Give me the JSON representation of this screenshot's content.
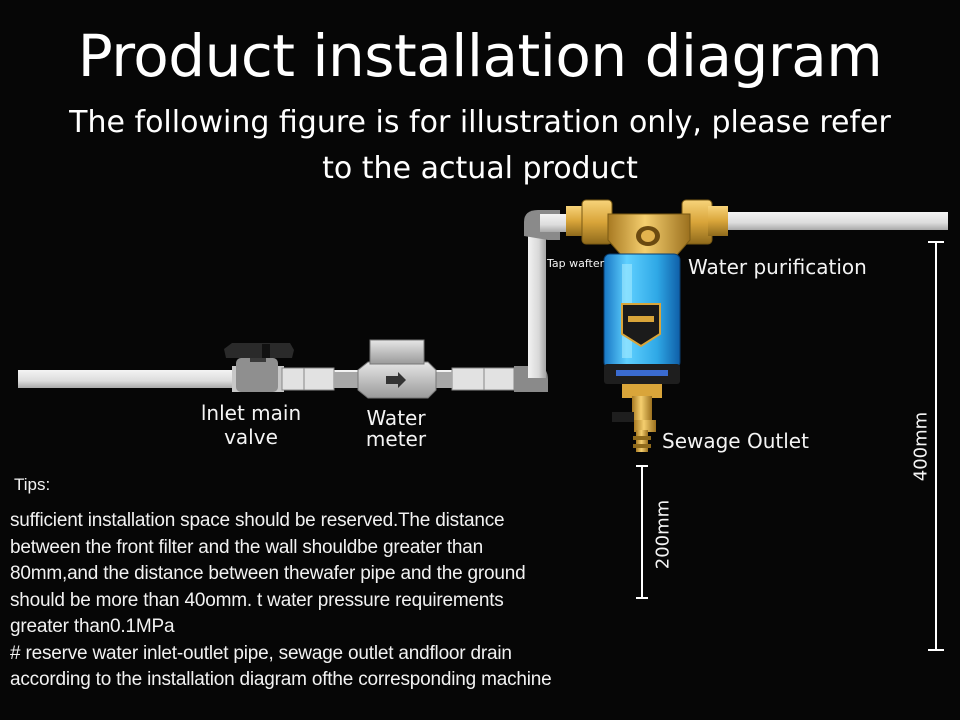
{
  "header": {
    "title": "Product installation diagram",
    "subtitle_line1": "The following figure is for illustration only, please refer",
    "subtitle_line2": "to the actual product"
  },
  "labels": {
    "inlet_valve_line1": "lnlet main",
    "inlet_valve_line2": "valve",
    "water_meter_line1": "Water",
    "water_meter_line2": "meter",
    "tap_wafter": "Tap wafter",
    "water_purification": "Water purification",
    "sewage_outlet": "Sewage Outlet",
    "dim_400": "400mm",
    "dim_200": "200mm"
  },
  "tips": {
    "heading": "Tips:",
    "lines": [
      " sufficient installation space should be reserved.The distance",
      "between the front filter and the wall shouldbe greater than",
      "80mm,and the distance between thewafer pipe and the ground",
      "should be more than 40omm. t water pressure requirements",
      "greater than0.1MPa",
      "# reserve water inlet-outlet pipe, sewage outlet andfloor drain",
      "according to the installation diagram ofthe corresponding machine"
    ]
  },
  "colors": {
    "background": "#060606",
    "pipe": "#e8e8e8",
    "brass": "#d9a53a",
    "filter_blue": "#2fa8e6",
    "valve_handle": "#2a2a2a",
    "meter_body": "#c9c9c9"
  }
}
